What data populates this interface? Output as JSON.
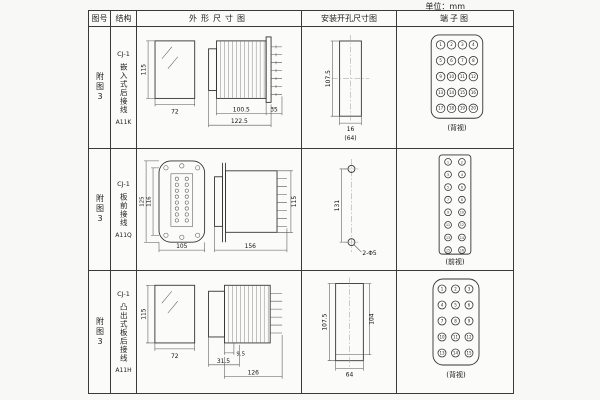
{
  "page": {
    "unit_label": "单位：mm"
  },
  "table": {
    "headers": {
      "fig_no": "图号",
      "structure": "结构",
      "outline": "外形尺寸图",
      "install": "安装开孔尺寸图",
      "terminal": "端子图"
    },
    "rows": [
      {
        "fig_no": "附图3",
        "model": "CJ-1",
        "structure_name": "嵌入式后接线",
        "code": "A11K",
        "outline": {
          "height": "115",
          "width": "72",
          "depth": "100.5",
          "stud": "35",
          "total": "122.5"
        },
        "install": {
          "height": "107.5",
          "width": "16",
          "note": "(64)"
        },
        "terminal": {
          "caption": "(背视)",
          "numbers": [
            "1",
            "2",
            "3",
            "4",
            "5",
            "6",
            "7",
            "8",
            "9",
            "10",
            "11",
            "12",
            "13",
            "14",
            "15",
            "16",
            "17",
            "18",
            "19",
            "20"
          ]
        }
      },
      {
        "fig_no": "附图3",
        "model": "CJ-1",
        "structure_name": "板前接线",
        "code": "A11Q",
        "outline": {
          "inner_h": "116",
          "outer_h": "125",
          "width": "105",
          "length": "156",
          "height": "115"
        },
        "install": {
          "height": "131",
          "holes": "2-Φ5"
        },
        "terminal": {
          "caption": "(前视)",
          "numbers": [
            "1",
            "2",
            "3",
            "4",
            "5",
            "6",
            "7",
            "8",
            "9",
            "10",
            "11",
            "12",
            "13",
            "14",
            "15",
            "16"
          ]
        }
      },
      {
        "fig_no": "附图3",
        "model": "CJ-1",
        "structure_name": "凸出式板后接线",
        "code": "A11H",
        "outline": {
          "height": "115",
          "width": "72",
          "pitch": "9.5",
          "front": "31.5",
          "length": "126"
        },
        "install": {
          "height": "107.5",
          "inner": "104",
          "width": "64"
        },
        "terminal": {
          "caption": "(背视)",
          "numbers": [
            "1",
            "2",
            "3",
            "4",
            "5",
            "6",
            "7",
            "8",
            "9",
            "10",
            "11",
            "12",
            "13",
            "14",
            "15"
          ]
        }
      }
    ]
  }
}
